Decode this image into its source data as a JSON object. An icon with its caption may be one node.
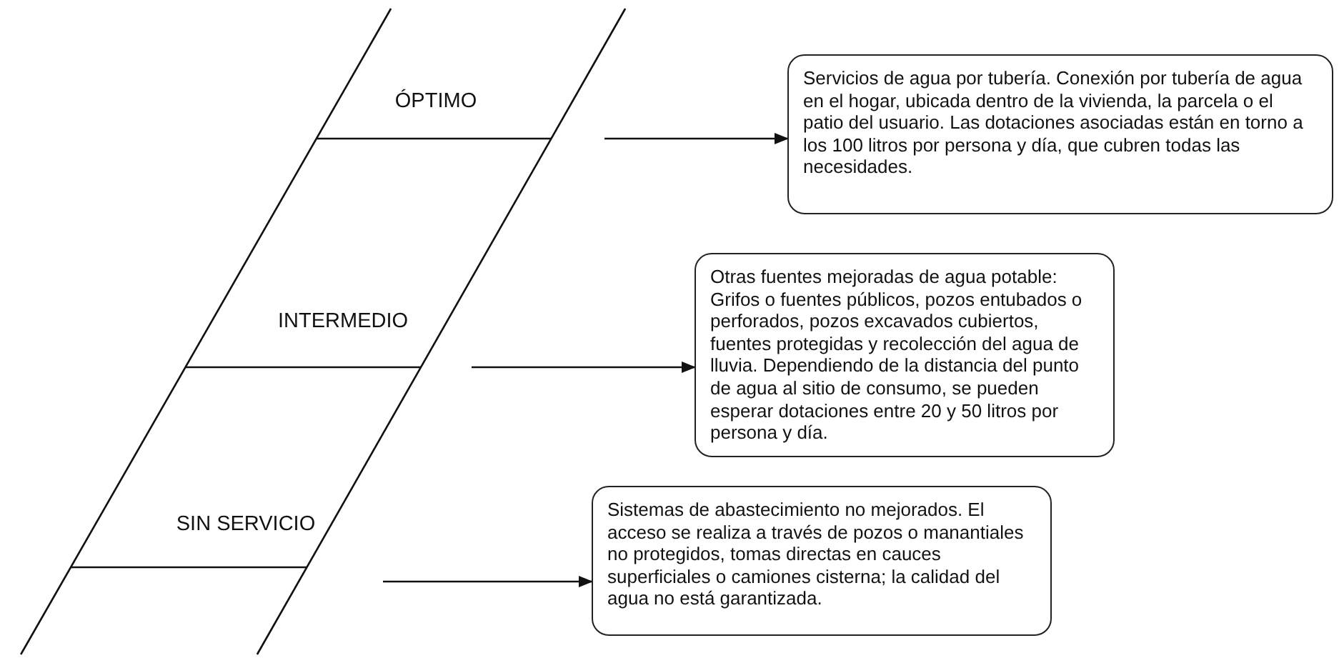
{
  "diagram": {
    "nodes": [
      {
        "text": [
          "Servicios de agua por tubería. Conexión por tubería de agua en el hogar, ubicada dentro de la vivienda, la parcela o el patio del usuario. Las dotaciones asociadas están en torno a los 100 litros por persona y día, que cubren todas las necesidades."
        ]
      },
      {
        "text": [
          "Otras fuentes mejoradas de agua potable: Grifos o fuentes públicos, pozos entubados o perforados, pozos excavados cubiertos, fuentes protegidas y recolección del agua de lluvia. Dependiendo de la distancia del punto de agua al sitio de consumo, se pueden esperar dotaciones entre 20 y 50 litros por persona y día."
        ]
      },
      {
        "text": [
          "Sistemas de abastecimiento no mejorados. El acceso se realiza a través de pozos o manantiales no protegidos, tomas directas en cauces superficiales o camiones cisterna; la calidad del agua no está garantizada."
        ]
      }
    ],
    "edges": [
      {
        "from": null,
        "to": 0,
        "arrow": "to"
      },
      {
        "from": null,
        "to": 1,
        "arrow": "to"
      },
      {
        "from": null,
        "to": 2,
        "arrow": "to"
      }
    ],
    "labels": [
      "ÓPTIMO",
      "INTERMEDIO",
      "SIN SERVICIO"
    ]
  }
}
